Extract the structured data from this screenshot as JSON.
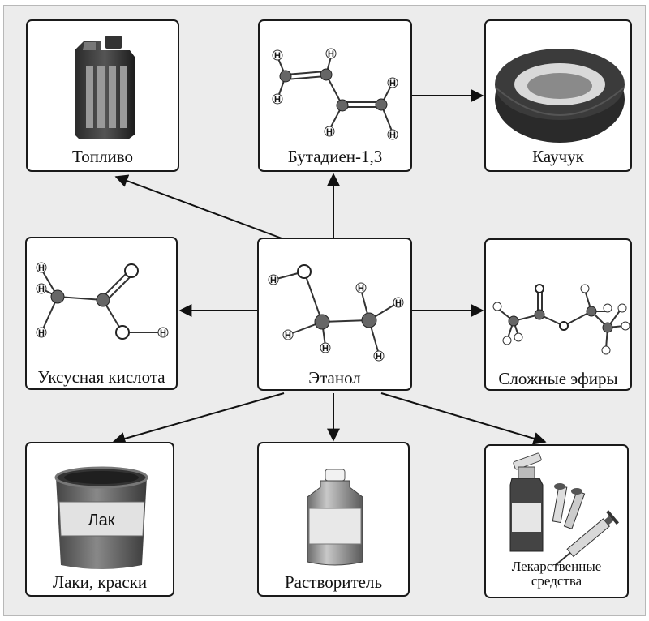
{
  "nodes": {
    "fuel": {
      "label": "Топливо",
      "icon": "fuel-canister"
    },
    "butadiene": {
      "label": "Бутадиен-1,3",
      "icon": "butadiene-molecule"
    },
    "rubber": {
      "label": "Каучук",
      "icon": "tire"
    },
    "acetic_acid": {
      "label": "Уксусная кислота",
      "icon": "acetic-acid-molecule"
    },
    "ethanol": {
      "label": "Этанол",
      "icon": "ethanol-molecule"
    },
    "esters": {
      "label": "Сложные эфиры",
      "icon": "ester-molecule"
    },
    "varnish": {
      "label": "Лаки, краски",
      "icon": "varnish-can",
      "can_label": "Лак"
    },
    "solvent": {
      "label": "Растворитель",
      "icon": "solvent-bottle"
    },
    "medicines": {
      "label_line1": "Лекарственные",
      "label_line2": "средства",
      "icon": "medicine-kit"
    }
  },
  "edges": [
    {
      "from": "ethanol",
      "to": "fuel"
    },
    {
      "from": "ethanol",
      "to": "butadiene"
    },
    {
      "from": "butadiene",
      "to": "rubber"
    },
    {
      "from": "ethanol",
      "to": "acetic_acid"
    },
    {
      "from": "ethanol",
      "to": "esters"
    },
    {
      "from": "ethanol",
      "to": "varnish"
    },
    {
      "from": "ethanol",
      "to": "solvent"
    },
    {
      "from": "ethanol",
      "to": "medicines"
    }
  ],
  "atom_symbol": "H"
}
